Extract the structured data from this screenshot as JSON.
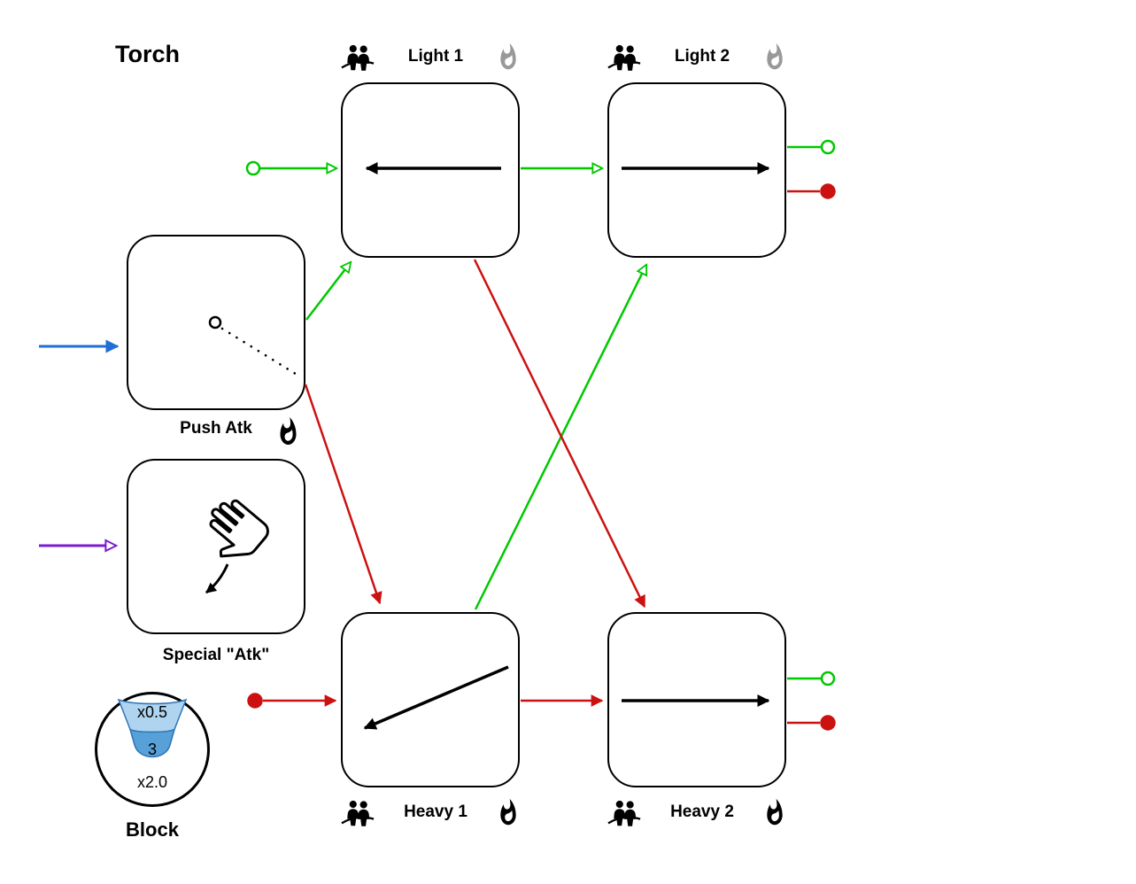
{
  "title": "Torch",
  "nodes": {
    "light1": {
      "label": "Light 1",
      "header_icons": [
        "people-icon",
        "flame-icon"
      ],
      "flame_color": "gray",
      "glyph": "arrow-left"
    },
    "light2": {
      "label": "Light 2",
      "header_icons": [
        "people-icon",
        "flame-icon"
      ],
      "flame_color": "gray",
      "glyph": "arrow-right"
    },
    "push": {
      "label": "Push Atk",
      "footer_icons": [
        "flame-icon"
      ],
      "flame_color": "black",
      "glyph": "pivot-circle-dotted-sweep"
    },
    "special": {
      "label": "Special \"Atk\"",
      "glyph": "open-hand-down-arrow"
    },
    "heavy1": {
      "label": "Heavy 1",
      "footer_icons": [
        "people-icon",
        "flame-icon"
      ],
      "flame_color": "black",
      "glyph": "arrow-down-left"
    },
    "heavy2": {
      "label": "Heavy 2",
      "footer_icons": [
        "people-icon",
        "flame-icon"
      ],
      "flame_color": "black",
      "glyph": "arrow-right"
    }
  },
  "block": {
    "label": "Block",
    "top_multiplier": "x0.5",
    "value": "3",
    "bottom_multiplier": "x2.0"
  },
  "edges": [
    {
      "from": "neutral-start",
      "to": "light1",
      "color": "green",
      "head": "open"
    },
    {
      "from": "light1",
      "to": "light2",
      "color": "green",
      "head": "open"
    },
    {
      "from": "push",
      "to": "light1",
      "color": "green",
      "head": "open"
    },
    {
      "from": "heavy1",
      "to": "light2",
      "color": "green",
      "head": "open"
    },
    {
      "from": "neutral-start",
      "to": "heavy1",
      "color": "red",
      "head": "filled"
    },
    {
      "from": "heavy1",
      "to": "heavy2",
      "color": "red",
      "head": "filled"
    },
    {
      "from": "push",
      "to": "heavy1",
      "color": "red",
      "head": "filled"
    },
    {
      "from": "light1",
      "to": "heavy2",
      "color": "red",
      "head": "filled"
    },
    {
      "from": "external",
      "to": "push",
      "color": "blue",
      "head": "filled"
    },
    {
      "from": "external",
      "to": "special",
      "color": "purple",
      "head": "open"
    },
    {
      "from": "light2",
      "to": "chain-end",
      "color": "green",
      "terminal": "open-circle"
    },
    {
      "from": "light2",
      "to": "chain-end",
      "color": "red",
      "terminal": "filled-circle"
    },
    {
      "from": "heavy2",
      "to": "chain-end",
      "color": "green",
      "terminal": "open-circle"
    },
    {
      "from": "heavy2",
      "to": "chain-end",
      "color": "red",
      "terminal": "filled-circle"
    }
  ],
  "colors": {
    "green": "#00c800",
    "red": "#cc1111",
    "blue": "#1f6fd4",
    "purple": "#7a1ad2",
    "gray_flame": "#999999",
    "black": "#000000",
    "block_light_blue": "#aed4f0",
    "block_mid_blue": "#58a0d8"
  }
}
